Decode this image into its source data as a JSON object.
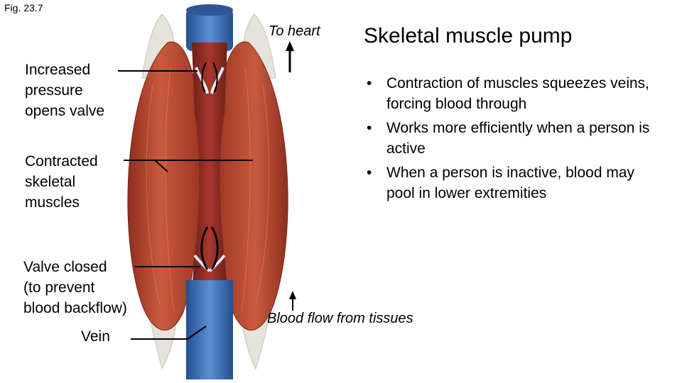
{
  "figure_label": "Fig. 23.7",
  "title": "Skeletal muscle pump",
  "labels": {
    "increased_pressure": "Increased\npressure\nopens valve",
    "contracted_muscles": "Contracted\nskeletal\nmuscles",
    "valve_closed": "Valve closed\n(to prevent\nblood backflow)",
    "vein": "Vein"
  },
  "flow": {
    "to_heart": "To heart",
    "from_tissues": "Blood flow from tissues"
  },
  "bullets": [
    "Contraction of muscles squeezes veins, forcing blood through",
    "Works more efficiently when a person is active",
    "When a person is inactive, blood may pool in lower extremities"
  ],
  "colors": {
    "muscle": "#b5472f",
    "muscle_dark": "#8e2f1f",
    "tendon": "#e6e3dc",
    "vein": "#3f6fb5",
    "blood": "#8a2a22"
  }
}
